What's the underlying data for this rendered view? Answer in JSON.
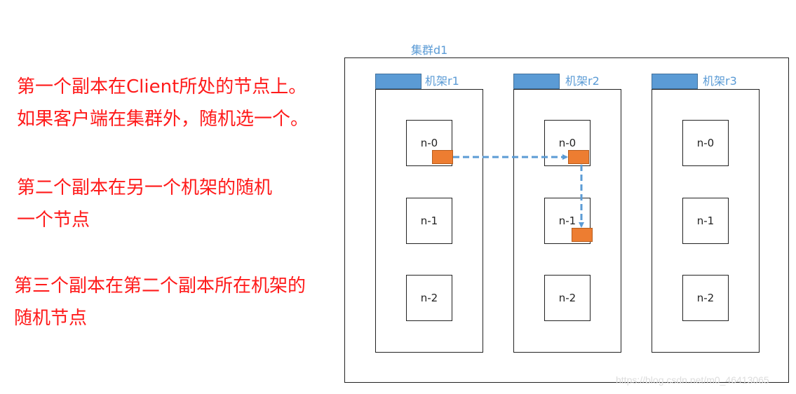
{
  "notes": [
    {
      "lines": [
        "第一个副本在Client所处的节点上。",
        "如果客户端在集群外，随机选一个。"
      ]
    },
    {
      "lines": [
        "第二个副本在另一个机架的随机",
        "一个节点"
      ]
    },
    {
      "lines": [
        "第三个副本在第二个副本所在机架的",
        "随机节点"
      ]
    }
  ],
  "cluster": {
    "label": "集群d1"
  },
  "racks": [
    {
      "label": "机架r1",
      "nodes": [
        "n-0",
        "n-1",
        "n-2"
      ]
    },
    {
      "label": "机架r2",
      "nodes": [
        "n-0",
        "n-1",
        "n-2"
      ]
    },
    {
      "label": "机架r3",
      "nodes": [
        "n-0",
        "n-1",
        "n-2"
      ]
    }
  ],
  "colors": {
    "note_text": "#ff1a1a",
    "rack_tab": "#5b9bd5",
    "replica": "#ed7d31",
    "arrow": "#5b9bd5"
  },
  "watermark": "https://blog.csdn.net/m0_46413065"
}
